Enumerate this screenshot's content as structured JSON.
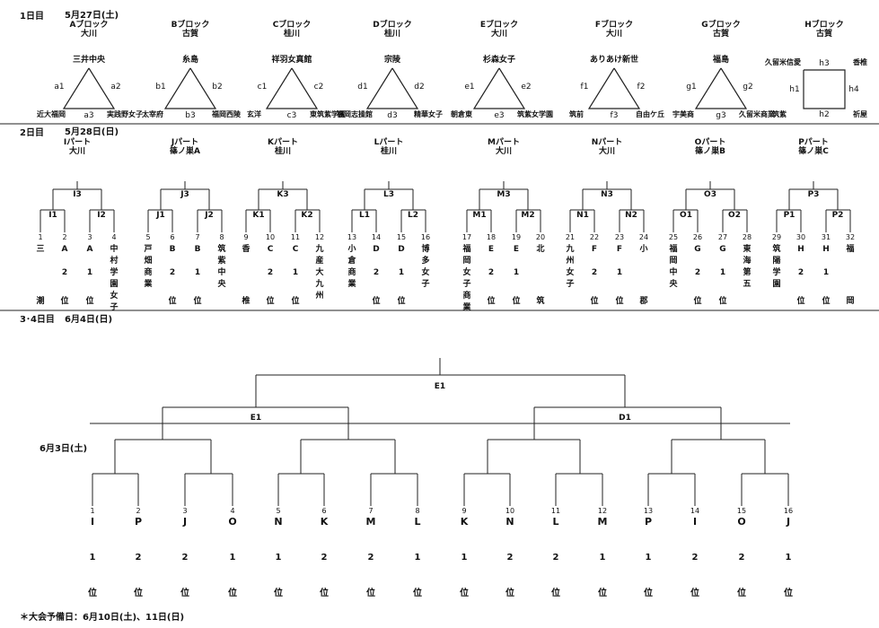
{
  "day1": {
    "label": "1日目",
    "date": "5月27日(土)",
    "blocks": [
      {
        "name": "Aブロック",
        "venue": "大川",
        "top": "三井中央",
        "left": "近大福岡",
        "right": "実践野女子",
        "e_left": "a1",
        "e_right": "a2",
        "e_bottom": "a3"
      },
      {
        "name": "Bブロック",
        "venue": "古賀",
        "top": "糸島",
        "left": "太宰府",
        "right": "福岡西陵",
        "e_left": "b1",
        "e_right": "b2",
        "e_bottom": "b3"
      },
      {
        "name": "Cブロック",
        "venue": "桂川",
        "top": "祥羽女真館",
        "left": "玄洋",
        "right": "東筑紫学園",
        "e_left": "c1",
        "e_right": "c2",
        "e_bottom": "c3"
      },
      {
        "name": "Dブロック",
        "venue": "桂川",
        "top": "宗陵",
        "left": "福岡志操館",
        "right": "精華女子",
        "e_left": "d1",
        "e_right": "d2",
        "e_bottom": "d3"
      },
      {
        "name": "Eブロック",
        "venue": "大川",
        "top": "杉森女子",
        "left": "朝倉東",
        "right": "筑紫女学園",
        "e_left": "e1",
        "e_right": "e2",
        "e_bottom": "e3"
      },
      {
        "name": "Fブロック",
        "venue": "大川",
        "top": "ありあけ新世",
        "left": "筑前",
        "right": "自由ケ丘",
        "e_left": "f1",
        "e_right": "f2",
        "e_bottom": "f3"
      },
      {
        "name": "Gブロック",
        "venue": "古賀",
        "top": "福島",
        "left": "宇美商",
        "right": "久留米商業",
        "e_left": "g1",
        "e_right": "g2",
        "e_bottom": "g3"
      }
    ],
    "h_block": {
      "name": "Hブロック",
      "venue": "古賀",
      "tl": "久留米信愛",
      "tr": "香椎",
      "bl": "筑紫",
      "br": "祈屋",
      "h1": "h1",
      "h2": "h2",
      "h3": "h3",
      "h4": "h4"
    }
  },
  "day2": {
    "label": "2日目",
    "date": "5月28日(日)",
    "parts": [
      {
        "name": "Iパート",
        "venue": "大川",
        "final": "I3",
        "sf1": "I1",
        "sf2": "I2",
        "slots": [
          {
            "n": "1",
            "v": "三",
            "r": ""
          },
          {
            "n": "2",
            "v": "A",
            "r": "2"
          },
          {
            "n": "3",
            "v": "A",
            "r": "1"
          },
          {
            "n": "4",
            "v": "中村学園女子",
            "r": ""
          }
        ],
        "bottom": [
          "潮",
          "位",
          "位",
          ""
        ]
      },
      {
        "name": "Jパート",
        "venue": "篠ノ巣A",
        "final": "J3",
        "sf1": "J1",
        "sf2": "J2",
        "slots": [
          {
            "n": "5",
            "v": "戸畑商業",
            "r": ""
          },
          {
            "n": "6",
            "v": "B",
            "r": "2"
          },
          {
            "n": "7",
            "v": "B",
            "r": "1"
          },
          {
            "n": "8",
            "v": "筑紫中央",
            "r": ""
          }
        ],
        "bottom": [
          "",
          "位",
          "位",
          ""
        ]
      },
      {
        "name": "Kパート",
        "venue": "桂川",
        "final": "K3",
        "sf1": "K1",
        "sf2": "K2",
        "slots": [
          {
            "n": "9",
            "v": "香",
            "r": ""
          },
          {
            "n": "10",
            "v": "C",
            "r": "2"
          },
          {
            "n": "11",
            "v": "C",
            "r": "1"
          },
          {
            "n": "12",
            "v": "九産大九州",
            "r": ""
          }
        ],
        "bottom": [
          "椎",
          "位",
          "位",
          ""
        ]
      },
      {
        "name": "Lパート",
        "venue": "桂川",
        "final": "L3",
        "sf1": "L1",
        "sf2": "L2",
        "slots": [
          {
            "n": "13",
            "v": "小倉商業",
            "r": ""
          },
          {
            "n": "14",
            "v": "D",
            "r": "2"
          },
          {
            "n": "15",
            "v": "D",
            "r": "1"
          },
          {
            "n": "16",
            "v": "博多女子",
            "r": ""
          }
        ],
        "bottom": [
          "",
          "位",
          "位",
          ""
        ]
      },
      {
        "name": "Mパート",
        "venue": "大川",
        "final": "M3",
        "sf1": "M1",
        "sf2": "M2",
        "slots": [
          {
            "n": "17",
            "v": "福岡女子商業",
            "r": ""
          },
          {
            "n": "18",
            "v": "E",
            "r": "2"
          },
          {
            "n": "19",
            "v": "E",
            "r": "1"
          },
          {
            "n": "20",
            "v": "北",
            "r": ""
          }
        ],
        "bottom": [
          "",
          "位",
          "位",
          "筑"
        ]
      },
      {
        "name": "Nパート",
        "venue": "大川",
        "final": "N3",
        "sf1": "N1",
        "sf2": "N2",
        "slots": [
          {
            "n": "21",
            "v": "九州女子",
            "r": ""
          },
          {
            "n": "22",
            "v": "F",
            "r": "2"
          },
          {
            "n": "23",
            "v": "F",
            "r": "1"
          },
          {
            "n": "24",
            "v": "小",
            "r": ""
          }
        ],
        "bottom": [
          "",
          "位",
          "位",
          "郡"
        ]
      },
      {
        "name": "Oパート",
        "venue": "篠ノ巣B",
        "final": "O3",
        "sf1": "O1",
        "sf2": "O2",
        "slots": [
          {
            "n": "25",
            "v": "福岡中央",
            "r": ""
          },
          {
            "n": "26",
            "v": "G",
            "r": "2"
          },
          {
            "n": "27",
            "v": "G",
            "r": "1"
          },
          {
            "n": "28",
            "v": "東海第五",
            "r": ""
          }
        ],
        "bottom": [
          "",
          "位",
          "位",
          ""
        ]
      },
      {
        "name": "Pパート",
        "venue": "篠ノ巣C",
        "final": "P3",
        "sf1": "P1",
        "sf2": "P2",
        "slots": [
          {
            "n": "29",
            "v": "筑陽学園",
            "r": ""
          },
          {
            "n": "30",
            "v": "H",
            "r": "2"
          },
          {
            "n": "31",
            "v": "H",
            "r": "1"
          },
          {
            "n": "32",
            "v": "福",
            "r": ""
          }
        ],
        "bottom": [
          "",
          "位",
          "位",
          "岡"
        ]
      }
    ]
  },
  "day34": {
    "label": "3･4日目",
    "date": "6月4日(日)",
    "day3_date": "6月3日(土)",
    "final": "E1",
    "semi_left": "E1",
    "semi_right": "D1",
    "slots": [
      {
        "n": "1",
        "l": "I",
        "r": "1"
      },
      {
        "n": "2",
        "l": "P",
        "r": "2"
      },
      {
        "n": "3",
        "l": "J",
        "r": "2"
      },
      {
        "n": "4",
        "l": "O",
        "r": "1"
      },
      {
        "n": "5",
        "l": "N",
        "r": "1"
      },
      {
        "n": "6",
        "l": "K",
        "r": "2"
      },
      {
        "n": "7",
        "l": "M",
        "r": "2"
      },
      {
        "n": "8",
        "l": "L",
        "r": "1"
      },
      {
        "n": "9",
        "l": "K",
        "r": "1"
      },
      {
        "n": "10",
        "l": "N",
        "r": "2"
      },
      {
        "n": "11",
        "l": "L",
        "r": "2"
      },
      {
        "n": "12",
        "l": "M",
        "r": "1"
      },
      {
        "n": "13",
        "l": "P",
        "r": "1"
      },
      {
        "n": "14",
        "l": "I",
        "r": "2"
      },
      {
        "n": "15",
        "l": "O",
        "r": "2"
      },
      {
        "n": "16",
        "l": "J",
        "r": "1"
      }
    ],
    "pos_label": "位"
  },
  "footer": "＊大会予備日：6月10日(土)、11日(日)"
}
